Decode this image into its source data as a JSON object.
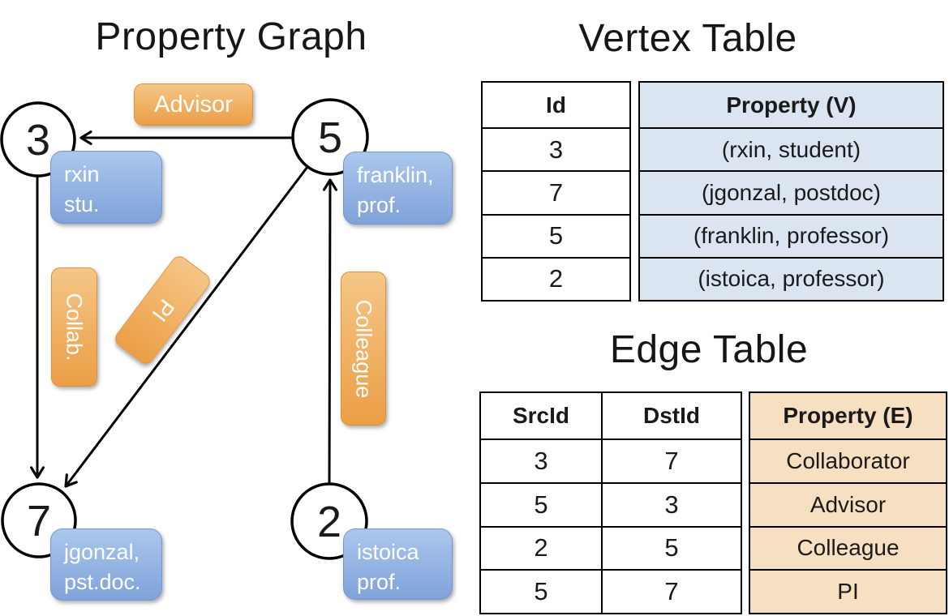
{
  "titles": {
    "graph": "Property Graph",
    "vertex_table": "Vertex Table",
    "edge_table": "Edge Table"
  },
  "graph": {
    "nodes": [
      {
        "id": "3",
        "label_line1": "rxin",
        "label_line2": "stu."
      },
      {
        "id": "5",
        "label_line1": "franklin,",
        "label_line2": "prof."
      },
      {
        "id": "7",
        "label_line1": "jgonzal,",
        "label_line2": "pst.doc."
      },
      {
        "id": "2",
        "label_line1": "istoica",
        "label_line2": "prof."
      }
    ],
    "edge_labels": {
      "advisor": "Advisor",
      "collab": "Collab.",
      "pi": "PI",
      "colleague": "Colleague"
    }
  },
  "vertex_table": {
    "headers": {
      "id": "Id",
      "property": "Property (V)"
    },
    "rows": [
      {
        "id": "3",
        "property": "(rxin, student)"
      },
      {
        "id": "7",
        "property": "(jgonzal, postdoc)"
      },
      {
        "id": "5",
        "property": "(franklin, professor)"
      },
      {
        "id": "2",
        "property": "(istoica, professor)"
      }
    ]
  },
  "edge_table": {
    "headers": {
      "src": "SrcId",
      "dst": "DstId",
      "property": "Property (E)"
    },
    "rows": [
      {
        "src": "3",
        "dst": "7",
        "property": "Collaborator"
      },
      {
        "src": "5",
        "dst": "3",
        "property": "Advisor"
      },
      {
        "src": "2",
        "dst": "5",
        "property": "Colleague"
      },
      {
        "src": "5",
        "dst": "7",
        "property": "PI"
      }
    ]
  },
  "colors": {
    "vertex_property_fill": "#dbe5f1",
    "edge_property_fill": "#f7dfc2",
    "orange_badge": "#eb9e45",
    "blue_badge": "#7fa2d9",
    "edge_stroke": "#000000"
  }
}
